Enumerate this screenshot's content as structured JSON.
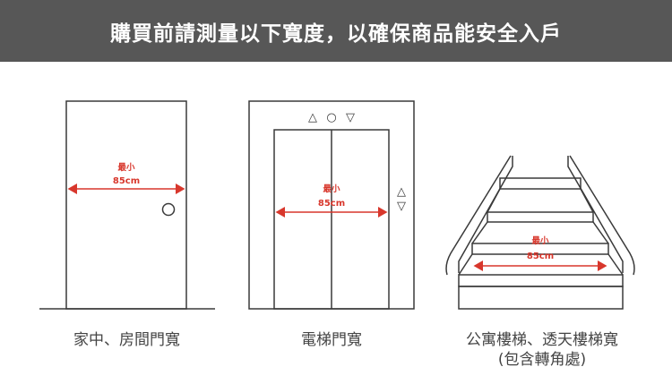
{
  "banner": {
    "title": "購買前請測量以下寬度，以確保商品能安全入戶"
  },
  "colors": {
    "banner_bg": "#575757",
    "line": "#3a3a3a",
    "measure": "#d8372c",
    "caption": "#444444"
  },
  "panels": {
    "door": {
      "measure_label_line1": "最小",
      "measure_label_line2": "85cm",
      "caption": "家中、房間門寬"
    },
    "elevator": {
      "measure_label_line1": "最小",
      "measure_label_line2": "85cm",
      "symbols": [
        "△",
        "○",
        "▽"
      ],
      "side_symbols": [
        "△",
        "▽"
      ],
      "caption": "電梯門寬"
    },
    "stairs": {
      "measure_label_line1": "最小",
      "measure_label_line2": "85cm",
      "caption_line1": "公寓樓梯、透天樓梯寬",
      "caption_line2": "(包含轉角處)"
    }
  }
}
